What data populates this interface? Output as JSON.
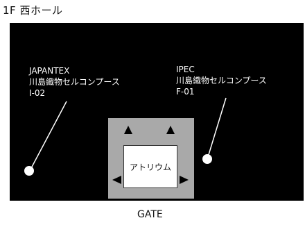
{
  "floor": {
    "title": "1F  西ホール"
  },
  "booths": [
    {
      "name": "JAPANTEX",
      "exhibitor": "川島織物セルコンプース",
      "code": "I-02"
    },
    {
      "name": "IPEC",
      "exhibitor": "川島織物セルコンプース",
      "code": "F-01"
    }
  ],
  "atrium": {
    "label": "アトリウム"
  },
  "gate": {
    "label": "GATE"
  },
  "colors": {
    "hall": "#000000",
    "atrium_frame": "#a9a9a9",
    "marker": "#ffffff"
  }
}
